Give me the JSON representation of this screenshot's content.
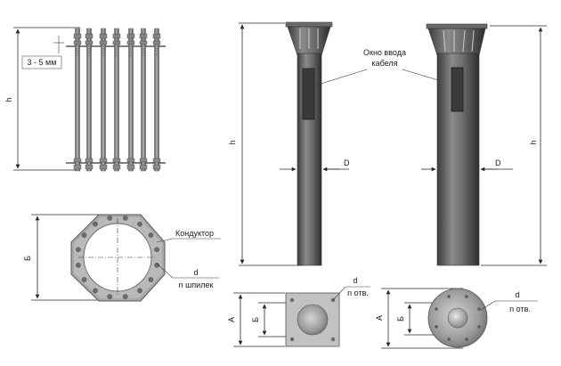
{
  "diagram": {
    "anchor_bolts": {
      "height_label": "h",
      "protrusion_label": "3 - 5 мм"
    },
    "conductor_plate": {
      "width_label": "Б",
      "conductor_label": "Кондуктор",
      "diameter_label": "d",
      "studs_label": "n шпилек"
    },
    "pipe_left": {
      "height_label": "h",
      "diameter_label": "D",
      "cable_window_label_line1": "Окно ввода",
      "cable_window_label_line2": "кабеля"
    },
    "pipe_right": {
      "height_label": "h",
      "diameter_label": "D"
    },
    "square_flange": {
      "outer_label": "А",
      "inner_label": "Б",
      "hole_diameter_label": "d",
      "holes_label": "n отв."
    },
    "round_flange": {
      "outer_label": "А",
      "inner_label": "Б",
      "hole_diameter_label": "d",
      "holes_label": "n отв."
    }
  }
}
